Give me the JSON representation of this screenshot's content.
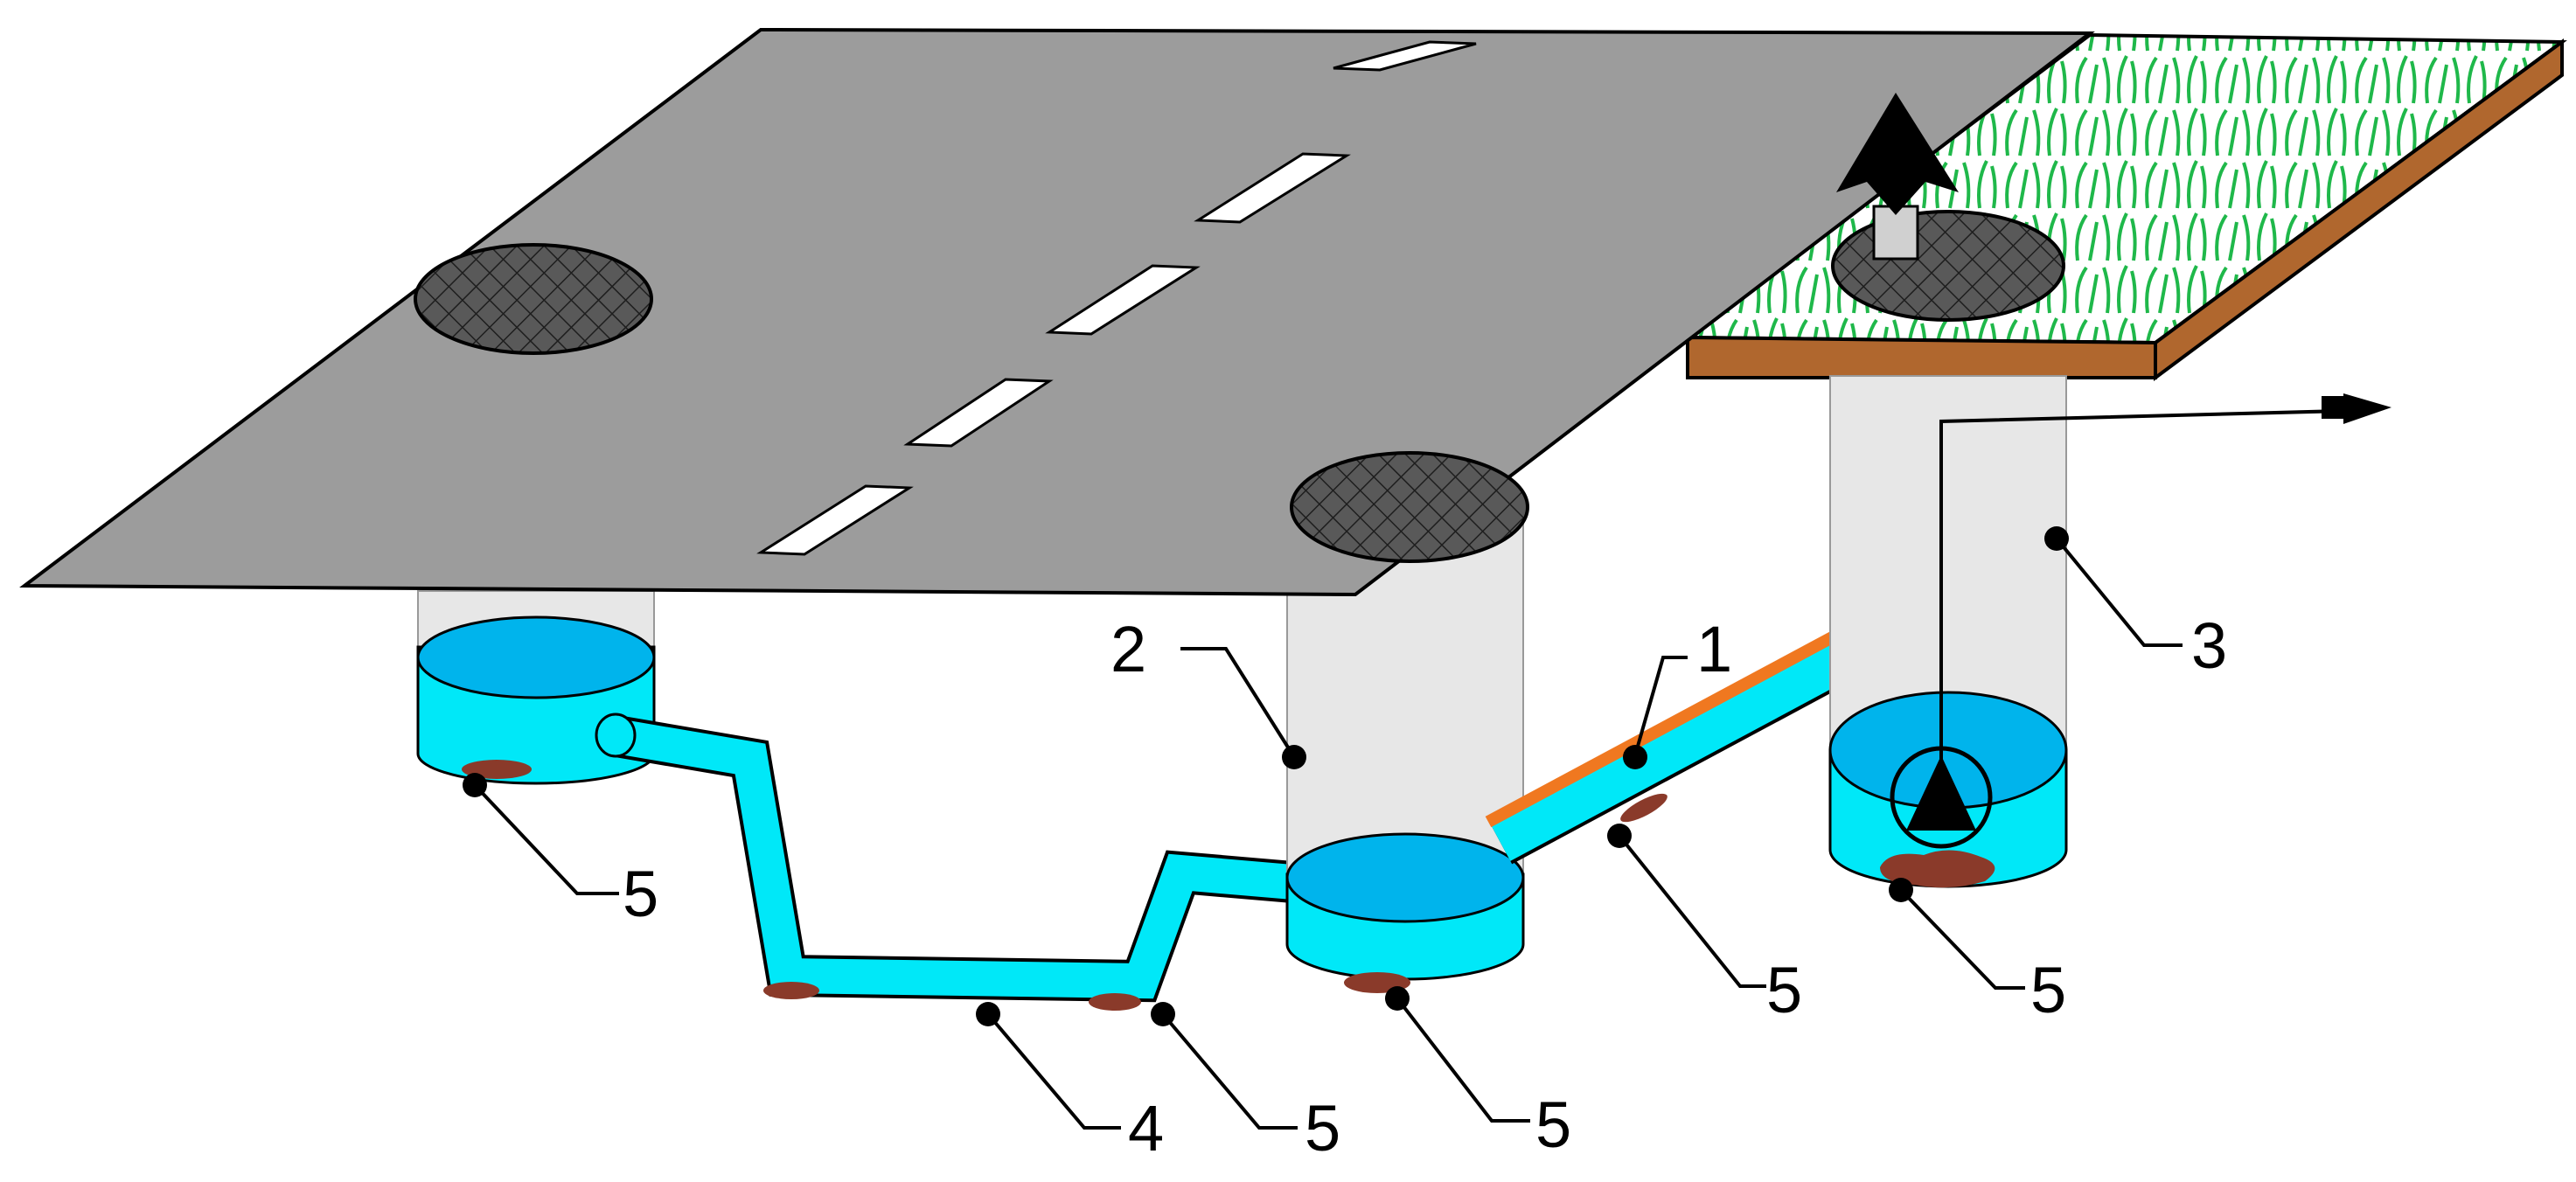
{
  "colors": {
    "road": "#9c9c9c",
    "lane_marking": "#ffffff",
    "grate": "#595959",
    "shaft": "#e7e7e7",
    "water": "#00e8f8",
    "water_surface": "#00b4ec",
    "sediment": "#8a3a2a",
    "pipe_outer": "#f07820",
    "soil": "#b0672e",
    "grass": "#1fb84a"
  },
  "icons": [
    "grate-icon",
    "vent-arrow-icon",
    "pump-icon",
    "discharge-arrow-icon"
  ],
  "callouts": [
    {
      "id": "c-1",
      "label": "1"
    },
    {
      "id": "c-2",
      "label": "2"
    },
    {
      "id": "c-3",
      "label": "3"
    },
    {
      "id": "c-4",
      "label": "4"
    },
    {
      "id": "c-5a",
      "label": "5"
    },
    {
      "id": "c-5b",
      "label": "5"
    },
    {
      "id": "c-5c",
      "label": "5"
    },
    {
      "id": "c-5d",
      "label": "5"
    },
    {
      "id": "c-5e",
      "label": "5"
    }
  ]
}
